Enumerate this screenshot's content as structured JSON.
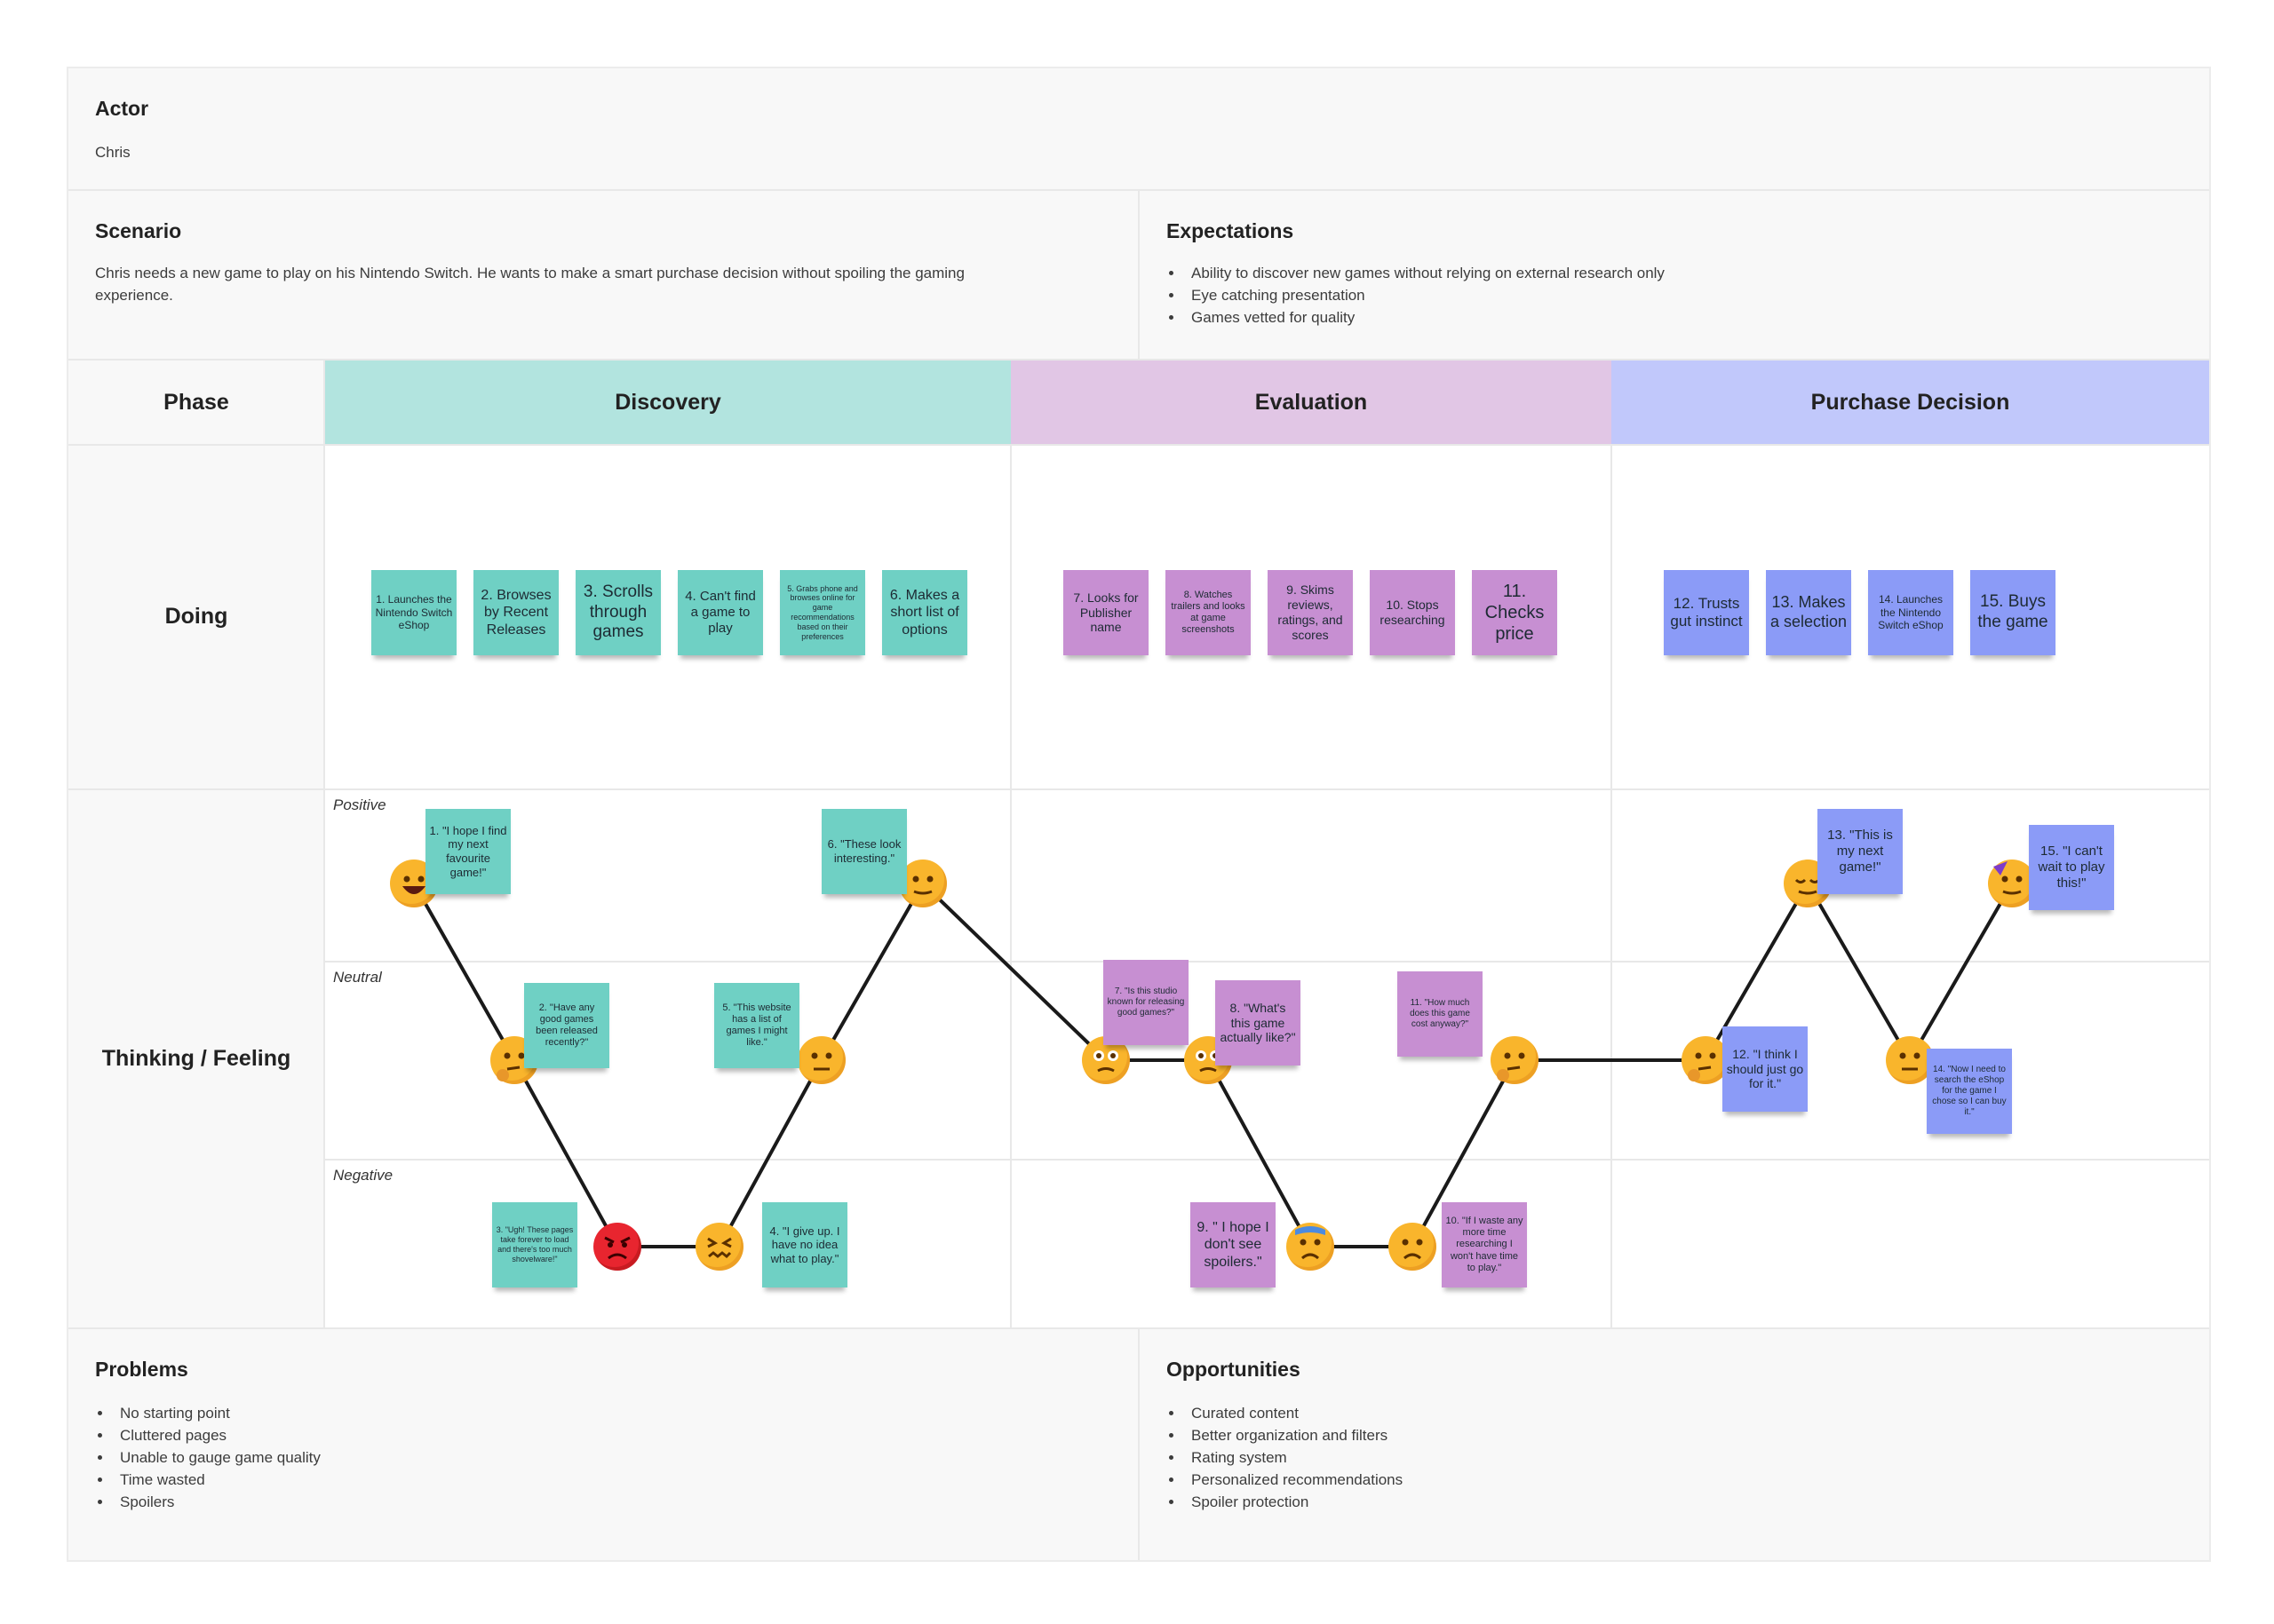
{
  "actor": {
    "title": "Actor",
    "name": "Chris"
  },
  "scenario": {
    "title": "Scenario",
    "text": "Chris needs a new game to play on his Nintendo Switch. He wants to make a smart purchase decision without spoiling the gaming experience."
  },
  "expectations": {
    "title": "Expectations",
    "items": [
      "Ability to discover new games without relying on external research only",
      "Eye catching presentation",
      "Games vetted for quality"
    ]
  },
  "rows": {
    "phase": "Phase",
    "doing": "Doing",
    "thinking": "Thinking / Feeling"
  },
  "phases": [
    {
      "label": "Discovery",
      "color": "#b2e4df"
    },
    {
      "label": "Evaluation",
      "color": "#e1c6e5"
    },
    {
      "label": "Purchase Decision",
      "color": "#c1c8fb"
    }
  ],
  "doing": [
    "1. Launches the Nintendo Switch eShop",
    "2. Browses by Recent Releases",
    "3. Scrolls through games",
    "4. Can't find a game to play",
    "5. Grabs phone and browses online for game recommendations based on their preferences",
    "6. Makes a short list of options",
    "7. Looks for Publisher name",
    "8. Watches trailers and looks at game screenshots",
    "9. Skims reviews, ratings, and scores",
    "10. Stops researching",
    "11. Checks price",
    "12. Trusts gut instinct",
    "13. Makes a selection",
    "14. Launches the Nintendo Switch eShop",
    "15. Buys the game"
  ],
  "levels": [
    "Positive",
    "Neutral",
    "Negative"
  ],
  "thoughts": [
    "1. \"I hope I find my next favourite game!\"",
    "2. \"Have any good games been released recently?\"",
    "3. \"Ugh! These pages take forever to load and there's too much shovelware!\"",
    "4. \"I give up. I have no idea what to play.\"",
    "5. \"This website has a list of games I might like.\"",
    "6. \"These look interesting.\"",
    "7. \"Is this studio known for releasing good games?\"",
    "8. \"What's this game actually like?\"",
    "9. \" I hope I don't see spoilers.\"",
    "10. \"If I waste any more time researching I won't have time to play.\"",
    "11. \"How much does this game cost anyway?\"",
    "12. \"I think I should just go for it.\"",
    "13. \"This is my next game!\"",
    "14. \"Now I need to search the eShop for the game I chose so I can buy it.\"",
    "15. \"I can't wait to play this!\""
  ],
  "sentiment": [
    "positive",
    "neutral",
    "negative",
    "negative",
    "neutral",
    "positive",
    "neutral",
    "neutral",
    "negative",
    "negative",
    "neutral",
    "neutral",
    "positive",
    "neutral",
    "positive"
  ],
  "emotion_icons": [
    "grinning-face-icon",
    "thinking-face-icon",
    "angry-face-icon",
    "confounded-face-icon",
    "neutral-face-icon",
    "smiling-face-icon",
    "raised-eyebrow-face-icon",
    "raised-eyebrow-face-icon",
    "anxious-face-icon",
    "worried-face-icon",
    "thinking-face-icon",
    "thinking-face-icon",
    "relieved-face-icon",
    "neutral-face-icon",
    "partying-face-icon"
  ],
  "problems": {
    "title": "Problems",
    "items": [
      "No starting point",
      "Cluttered pages",
      "Unable to gauge game quality",
      "Time wasted",
      "Spoilers"
    ]
  },
  "opportunities": {
    "title": "Opportunities",
    "items": [
      "Curated content",
      "Better organization and filters",
      "Rating system",
      "Personalized recommendations",
      "Spoiler protection"
    ]
  },
  "colors": {
    "teal": "#6fd0c4",
    "purple": "#c78fd2",
    "blue": "#8b9bf7",
    "emoji": "#f9b52c",
    "angry": "#e8252f",
    "line": "#1a1a1a"
  }
}
